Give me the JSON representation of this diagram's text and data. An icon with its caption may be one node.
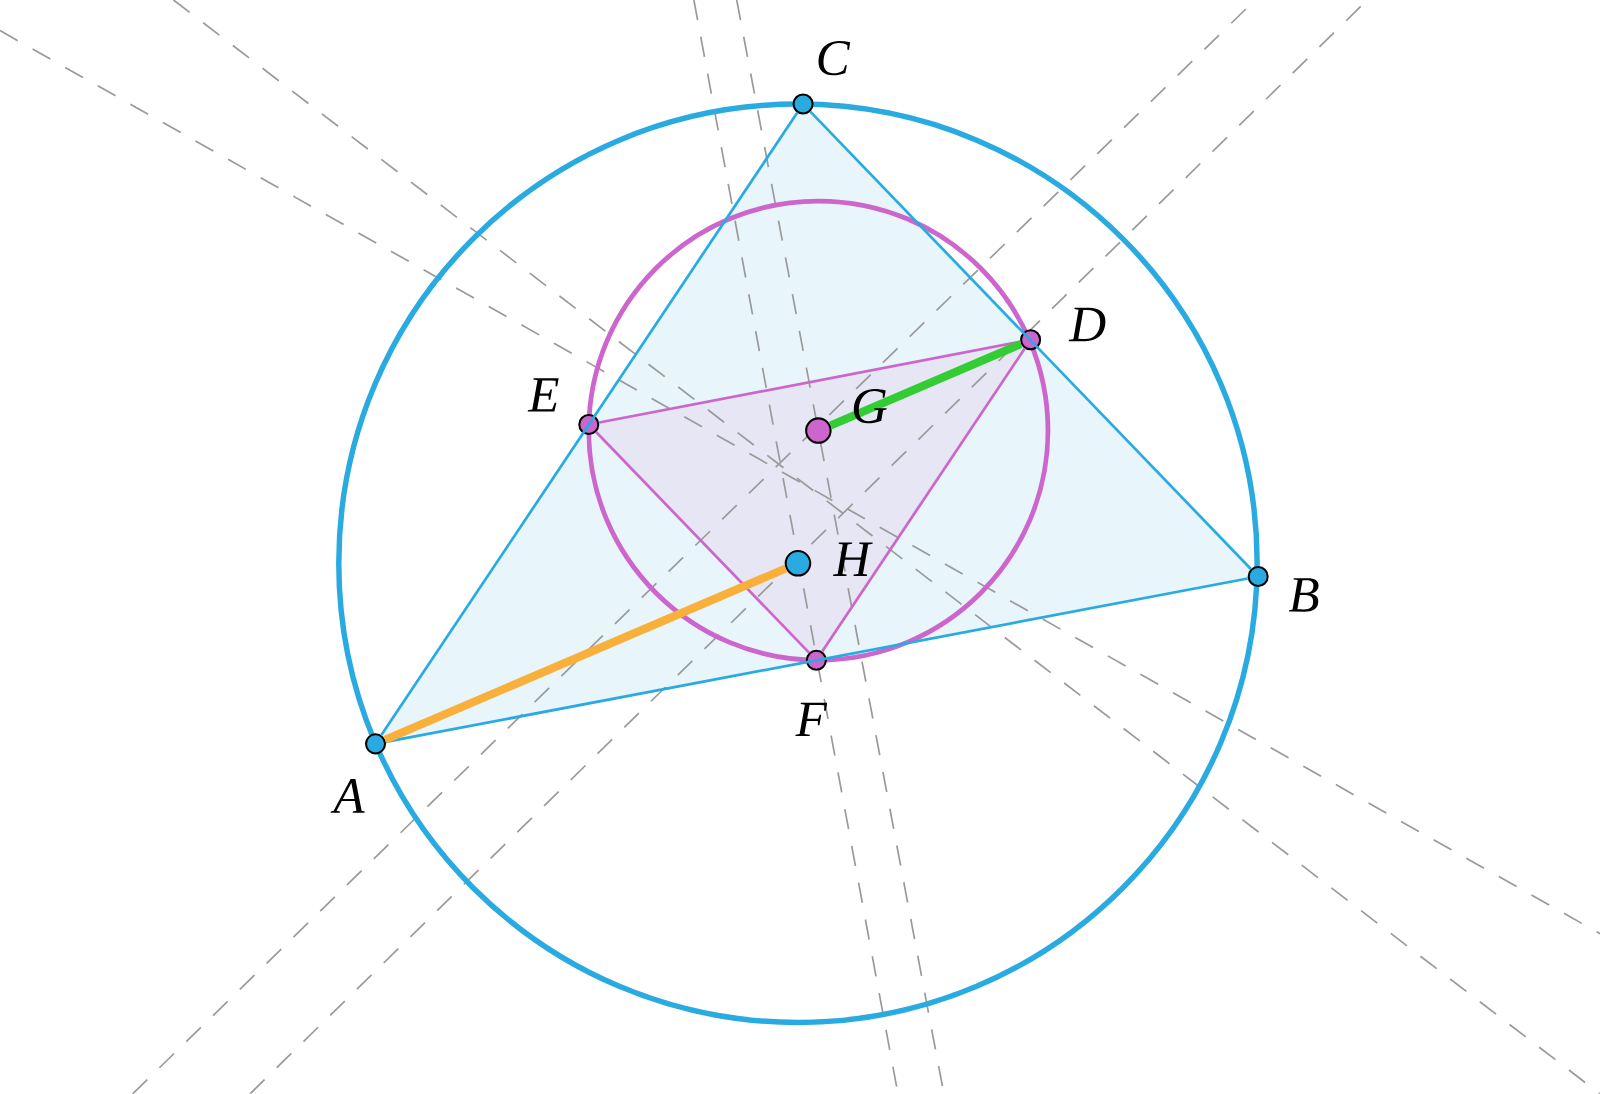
{
  "diagram": {
    "nodes": [
      {
        "text": [],
        "shape": "circle",
        "beside": [
          "C"
        ]
      },
      {
        "text": [],
        "shape": "circle",
        "beside": [
          "D"
        ]
      },
      {
        "text": [],
        "shape": "circle",
        "beside": [
          "E"
        ]
      },
      {
        "text": [],
        "shape": "circle",
        "beside": [
          "G"
        ]
      },
      {
        "text": [],
        "shape": "circle",
        "beside": [
          "H"
        ]
      },
      {
        "text": [],
        "shape": "circle",
        "beside": [
          "B"
        ]
      },
      {
        "text": [],
        "shape": "circle",
        "beside": [
          "F"
        ]
      },
      {
        "text": [],
        "shape": "circle",
        "beside": [
          "A"
        ]
      }
    ],
    "edges": [
      {
        "from": 7,
        "to": 5,
        "arrow": "none",
        "color": "#29abe2"
      },
      {
        "from": 5,
        "to": 0,
        "arrow": "none",
        "color": "#29abe2"
      },
      {
        "from": 0,
        "to": 7,
        "arrow": "none",
        "color": "#29abe2"
      },
      {
        "from": 1,
        "to": 2,
        "arrow": "none",
        "color": "#cc66cc"
      },
      {
        "from": 2,
        "to": 6,
        "arrow": "none",
        "color": "#cc66cc"
      },
      {
        "from": 6,
        "to": 1,
        "arrow": "none",
        "color": "#cc66cc"
      },
      {
        "from": 7,
        "to": 4,
        "arrow": "none",
        "style": "thick",
        "color": "#f9b03a"
      },
      {
        "from": 3,
        "to": 1,
        "arrow": "none",
        "style": "thick",
        "color": "#33cc33"
      }
    ]
  }
}
